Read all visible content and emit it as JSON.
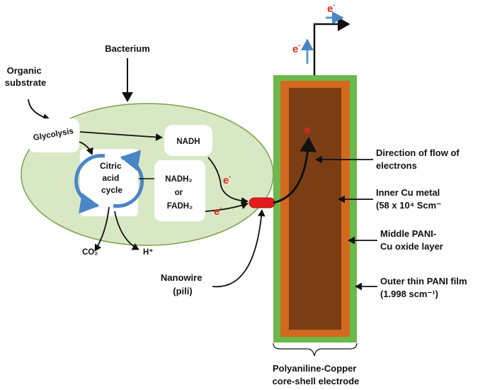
{
  "labels": {
    "bacterium": "Bacterium",
    "organic_substrate": [
      "Organic",
      "substrate"
    ],
    "glycolysis": "Glycolysis",
    "nadh": "NADH",
    "citric_acid_cycle": [
      "Citric",
      "acid",
      "cycle"
    ],
    "nadh2_fadh2": [
      "NADH₂",
      "or",
      "FADH₂"
    ],
    "co2": "CO₂",
    "h_plus": "H⁺",
    "nanowire": [
      "Nanowire",
      "(pili)"
    ],
    "electron": "e",
    "electron_sup": "-",
    "direction_flow": [
      "Direction of flow of",
      "electrons"
    ],
    "inner_cu": [
      "Inner Cu metal",
      "(58 x 10⁴ Scm⁻"
    ],
    "middle_pani": [
      "Middle PANI-",
      "Cu oxide layer"
    ],
    "outer_pani": [
      "Outer thin PANI film",
      "(1.998 scm⁻¹)"
    ],
    "electrode_caption": [
      "Polyaniline-Copper",
      "core-shell electrode"
    ]
  },
  "colors": {
    "cell_fill": "#d9e8c4",
    "cell_stroke": "#7aa04a",
    "outer_layer": "#6bb84b",
    "middle_layer": "#d2691e",
    "inner_layer": "#7b3e14",
    "nanowire": "#e21c1c",
    "electron_text": "#e8271c",
    "cycle_arrow": "#4a86c5"
  }
}
